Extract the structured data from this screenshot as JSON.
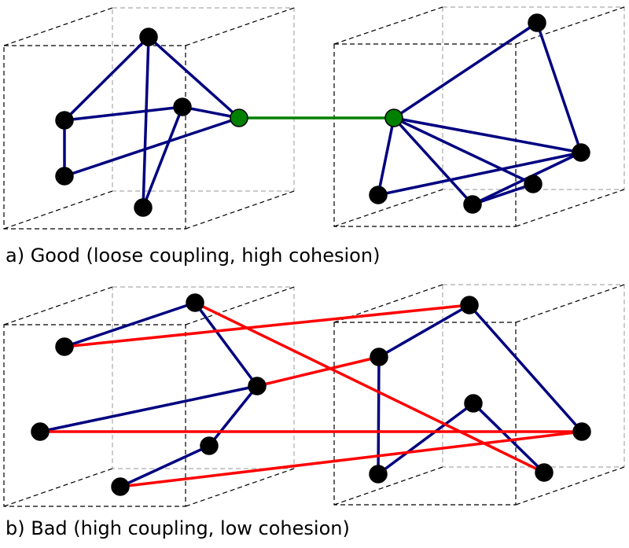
{
  "panels": [
    {
      "id": "a",
      "caption": "a) Good (loose coupling, high cohesion)"
    },
    {
      "id": "b",
      "caption": "b) Bad (high coupling, low cohesion)"
    }
  ],
  "colors": {
    "intra_edge": "#000080",
    "inter_edge_good": "#008000",
    "inter_edge_bad": "#ff0000",
    "node_fill": "#000000",
    "interface_node_fill": "#008000",
    "box_front": "#000000",
    "box_back": "#aaaaaa"
  }
}
